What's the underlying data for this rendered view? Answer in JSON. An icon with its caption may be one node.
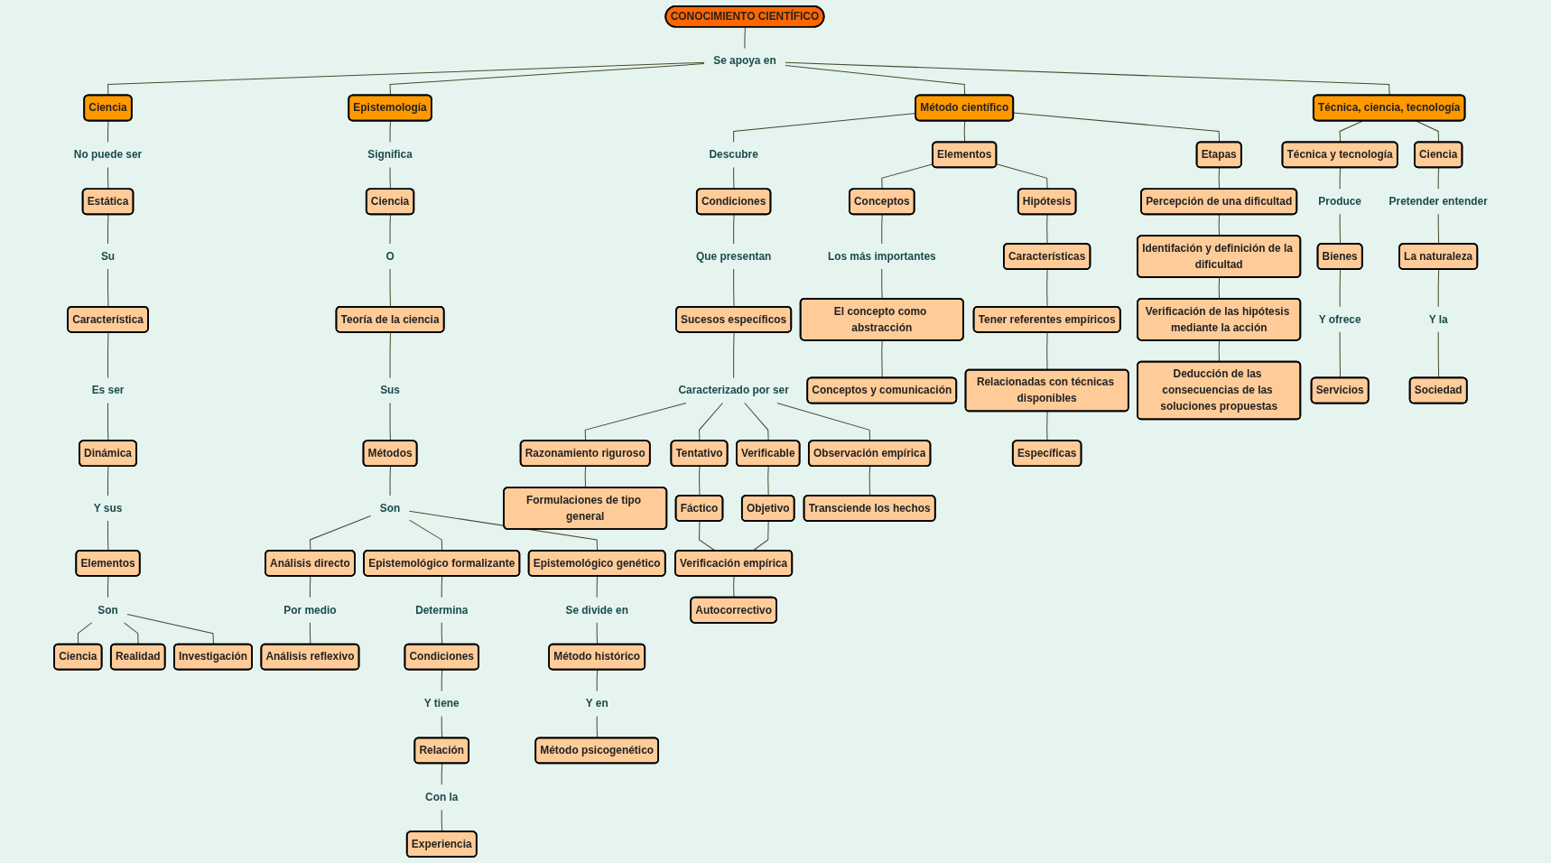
{
  "diagram": {
    "nodes": [
      {
        "text": [
          "CONOCIMIENTO CIENTÍFICO"
        ]
      },
      {
        "text": [
          "Se apoya en"
        ]
      },
      {
        "text": [
          "Ciencia"
        ]
      },
      {
        "text": [
          "Epistemología"
        ]
      },
      {
        "text": [
          "Método científico"
        ]
      },
      {
        "text": [
          "Técnica, ciencia, tecnología"
        ]
      },
      {
        "text": [
          "No puede ser"
        ]
      },
      {
        "text": [
          "Estática"
        ]
      },
      {
        "text": [
          "Su"
        ]
      },
      {
        "text": [
          "Característica"
        ]
      },
      {
        "text": [
          "Es ser"
        ]
      },
      {
        "text": [
          "Dinámica"
        ]
      },
      {
        "text": [
          "Y sus"
        ]
      },
      {
        "text": [
          "Elementos"
        ]
      },
      {
        "text": [
          "Son"
        ]
      },
      {
        "text": [
          "Ciencia"
        ]
      },
      {
        "text": [
          "Realidad"
        ]
      },
      {
        "text": [
          "Investigación"
        ]
      },
      {
        "text": [
          "Significa"
        ]
      },
      {
        "text": [
          "Ciencia"
        ]
      },
      {
        "text": [
          "O"
        ]
      },
      {
        "text": [
          "Teoría de la ciencia"
        ]
      },
      {
        "text": [
          "Sus"
        ]
      },
      {
        "text": [
          "Métodos"
        ]
      },
      {
        "text": [
          "Son"
        ]
      },
      {
        "text": [
          "Análisis directo"
        ]
      },
      {
        "text": [
          "Epistemológico formalizante"
        ]
      },
      {
        "text": [
          "Epistemológico genético"
        ]
      },
      {
        "text": [
          "Por medio"
        ]
      },
      {
        "text": [
          "Análisis reflexivo"
        ]
      },
      {
        "text": [
          "Determina"
        ]
      },
      {
        "text": [
          "Condiciones"
        ]
      },
      {
        "text": [
          "Y tiene"
        ]
      },
      {
        "text": [
          "Relación"
        ]
      },
      {
        "text": [
          "Con la"
        ]
      },
      {
        "text": [
          "Experiencia"
        ]
      },
      {
        "text": [
          "Se divide en"
        ]
      },
      {
        "text": [
          "Método histórico"
        ]
      },
      {
        "text": [
          "Y en"
        ]
      },
      {
        "text": [
          "Método psicogenético"
        ]
      },
      {
        "text": [
          "Descubre"
        ]
      },
      {
        "text": [
          "Condiciones"
        ]
      },
      {
        "text": [
          "Que presentan"
        ]
      },
      {
        "text": [
          "Sucesos específicos"
        ]
      },
      {
        "text": [
          "Caracterizado por ser"
        ]
      },
      {
        "text": [
          "Razonamiento riguroso"
        ]
      },
      {
        "text": [
          "Tentativo"
        ]
      },
      {
        "text": [
          "Verificable"
        ]
      },
      {
        "text": [
          "Observación empírica"
        ]
      },
      {
        "text": [
          "Formulaciones de tipo general"
        ]
      },
      {
        "text": [
          "Fáctico"
        ]
      },
      {
        "text": [
          "Objetivo"
        ]
      },
      {
        "text": [
          "Transciende los hechos"
        ]
      },
      {
        "text": [
          "Verificación empírica"
        ]
      },
      {
        "text": [
          "Autocorrectivo"
        ]
      },
      {
        "text": [
          "Elementos"
        ]
      },
      {
        "text": [
          "Etapas"
        ]
      },
      {
        "text": [
          "Conceptos"
        ]
      },
      {
        "text": [
          "Hipótesis"
        ]
      },
      {
        "text": [
          "Los más importantes"
        ]
      },
      {
        "text": [
          "El concepto como abstracción"
        ]
      },
      {
        "text": [
          "Conceptos y comunicación"
        ]
      },
      {
        "text": [
          "Características"
        ]
      },
      {
        "text": [
          "Tener referentes empíricos"
        ]
      },
      {
        "text": [
          "Relacionadas con técnicas disponibles"
        ]
      },
      {
        "text": [
          "Específicas"
        ]
      },
      {
        "text": [
          "Percepción de una dificultad"
        ]
      },
      {
        "text": [
          "Identifación y definición de la dificultad"
        ]
      },
      {
        "text": [
          "Verificación de las hipótesis mediante la acción"
        ]
      },
      {
        "text": [
          "Deducción de las consecuencias de las soluciones propuestas"
        ]
      },
      {
        "text": [
          "Técnica y tecnología"
        ]
      },
      {
        "text": [
          "Ciencia"
        ]
      },
      {
        "text": [
          "Produce"
        ]
      },
      {
        "text": [
          "Bienes"
        ]
      },
      {
        "text": [
          "Y ofrece"
        ]
      },
      {
        "text": [
          "Servicios"
        ]
      },
      {
        "text": [
          "Pretender entender"
        ]
      },
      {
        "text": [
          "La naturaleza"
        ]
      },
      {
        "text": [
          "Y la"
        ]
      },
      {
        "text": [
          "Sociedad"
        ]
      }
    ],
    "edges": [
      {
        "from": 0,
        "to": 1,
        "arrow": "none"
      },
      {
        "from": 1,
        "to": 2,
        "arrow": "none"
      },
      {
        "from": 1,
        "to": 3,
        "arrow": "none"
      },
      {
        "from": 1,
        "to": 4,
        "arrow": "none"
      },
      {
        "from": 1,
        "to": 5,
        "arrow": "none"
      },
      {
        "from": 2,
        "to": 6,
        "arrow": "none"
      },
      {
        "from": 6,
        "to": 7,
        "arrow": "none"
      },
      {
        "from": 7,
        "to": 8,
        "arrow": "none"
      },
      {
        "from": 8,
        "to": 9,
        "arrow": "none"
      },
      {
        "from": 9,
        "to": 10,
        "arrow": "none"
      },
      {
        "from": 10,
        "to": 11,
        "arrow": "none"
      },
      {
        "from": 11,
        "to": 12,
        "arrow": "none"
      },
      {
        "from": 12,
        "to": 13,
        "arrow": "none"
      },
      {
        "from": 13,
        "to": 14,
        "arrow": "none"
      },
      {
        "from": 14,
        "to": 15,
        "arrow": "none"
      },
      {
        "from": 14,
        "to": 16,
        "arrow": "none"
      },
      {
        "from": 14,
        "to": 17,
        "arrow": "none"
      },
      {
        "from": 3,
        "to": 18,
        "arrow": "none"
      },
      {
        "from": 18,
        "to": 19,
        "arrow": "none"
      },
      {
        "from": 19,
        "to": 20,
        "arrow": "none"
      },
      {
        "from": 20,
        "to": 21,
        "arrow": "none"
      },
      {
        "from": 21,
        "to": 22,
        "arrow": "none"
      },
      {
        "from": 22,
        "to": 23,
        "arrow": "none"
      },
      {
        "from": 23,
        "to": 24,
        "arrow": "none"
      },
      {
        "from": 24,
        "to": 25,
        "arrow": "none"
      },
      {
        "from": 24,
        "to": 26,
        "arrow": "none"
      },
      {
        "from": 24,
        "to": 27,
        "arrow": "none"
      },
      {
        "from": 25,
        "to": 28,
        "arrow": "none"
      },
      {
        "from": 28,
        "to": 29,
        "arrow": "none"
      },
      {
        "from": 26,
        "to": 30,
        "arrow": "none"
      },
      {
        "from": 30,
        "to": 31,
        "arrow": "none"
      },
      {
        "from": 31,
        "to": 32,
        "arrow": "none"
      },
      {
        "from": 32,
        "to": 33,
        "arrow": "none"
      },
      {
        "from": 33,
        "to": 34,
        "arrow": "none"
      },
      {
        "from": 34,
        "to": 35,
        "arrow": "none"
      },
      {
        "from": 27,
        "to": 36,
        "arrow": "none"
      },
      {
        "from": 36,
        "to": 37,
        "arrow": "none"
      },
      {
        "from": 37,
        "to": 38,
        "arrow": "none"
      },
      {
        "from": 38,
        "to": 39,
        "arrow": "none"
      },
      {
        "from": 4,
        "to": 40,
        "arrow": "none"
      },
      {
        "from": 40,
        "to": 41,
        "arrow": "none"
      },
      {
        "from": 41,
        "to": 42,
        "arrow": "none"
      },
      {
        "from": 42,
        "to": 43,
        "arrow": "none"
      },
      {
        "from": 43,
        "to": 44,
        "arrow": "none"
      },
      {
        "from": 44,
        "to": 45,
        "arrow": "none"
      },
      {
        "from": 44,
        "to": 46,
        "arrow": "none"
      },
      {
        "from": 44,
        "to": 47,
        "arrow": "none"
      },
      {
        "from": 44,
        "to": 48,
        "arrow": "none"
      },
      {
        "from": 45,
        "to": 49,
        "arrow": "none"
      },
      {
        "from": 46,
        "to": 50,
        "arrow": "none"
      },
      {
        "from": 47,
        "to": 51,
        "arrow": "none"
      },
      {
        "from": 48,
        "to": 52,
        "arrow": "none"
      },
      {
        "from": 50,
        "to": 53,
        "arrow": "none"
      },
      {
        "from": 51,
        "to": 53,
        "arrow": "none"
      },
      {
        "from": 53,
        "to": 54,
        "arrow": "none"
      },
      {
        "from": 4,
        "to": 55,
        "arrow": "none"
      },
      {
        "from": 4,
        "to": 56,
        "arrow": "none"
      },
      {
        "from": 55,
        "to": 57,
        "arrow": "none"
      },
      {
        "from": 55,
        "to": 58,
        "arrow": "none"
      },
      {
        "from": 57,
        "to": 59,
        "arrow": "none"
      },
      {
        "from": 59,
        "to": 60,
        "arrow": "none"
      },
      {
        "from": 60,
        "to": 61,
        "arrow": "none"
      },
      {
        "from": 58,
        "to": 62,
        "arrow": "none"
      },
      {
        "from": 62,
        "to": 63,
        "arrow": "none"
      },
      {
        "from": 63,
        "to": 64,
        "arrow": "none"
      },
      {
        "from": 64,
        "to": 65,
        "arrow": "none"
      },
      {
        "from": 56,
        "to": 66,
        "arrow": "none"
      },
      {
        "from": 66,
        "to": 67,
        "arrow": "none"
      },
      {
        "from": 67,
        "to": 68,
        "arrow": "none"
      },
      {
        "from": 68,
        "to": 69,
        "arrow": "none"
      },
      {
        "from": 5,
        "to": 70,
        "arrow": "none"
      },
      {
        "from": 5,
        "to": 71,
        "arrow": "none"
      },
      {
        "from": 70,
        "to": 72,
        "arrow": "none"
      },
      {
        "from": 72,
        "to": 73,
        "arrow": "none"
      },
      {
        "from": 73,
        "to": 74,
        "arrow": "none"
      },
      {
        "from": 74,
        "to": 75,
        "arrow": "none"
      },
      {
        "from": 71,
        "to": 76,
        "arrow": "none"
      },
      {
        "from": 76,
        "to": 77,
        "arrow": "none"
      },
      {
        "from": 77,
        "to": 78,
        "arrow": "none"
      },
      {
        "from": 78,
        "to": 79,
        "arrow": "none"
      }
    ]
  }
}
